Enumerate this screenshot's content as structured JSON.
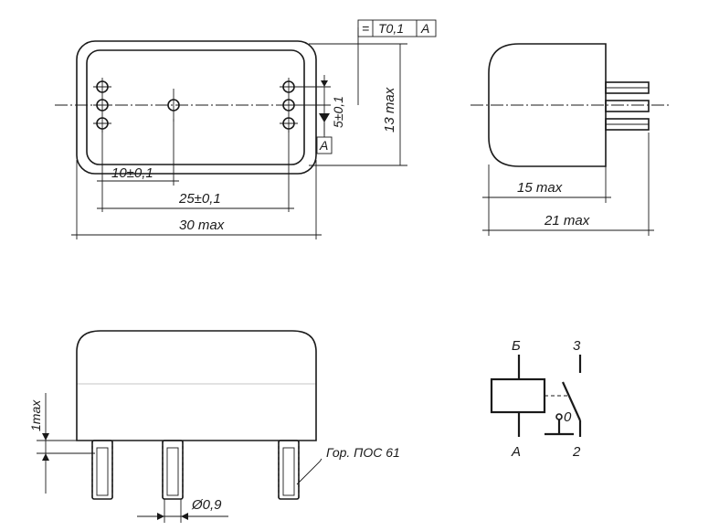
{
  "top_view": {
    "tolerance_frame": {
      "symbol": "=",
      "value": "T0,1",
      "datum": "A"
    },
    "datum_label": "A",
    "dim_pitch": "5±0,1",
    "dim_height": "13 max",
    "dim_first_pin": "10±0,1",
    "dim_pin_span": "25±0,1",
    "dim_length": "30 max"
  },
  "side_view": {
    "dim_body": "15 max",
    "dim_total": "21 max"
  },
  "front_view": {
    "dim_standoff": "1max",
    "dim_pin_diameter": "Ø0,9",
    "solder_note": "Гор. ПОС 61"
  },
  "schematic": {
    "pin_coil_top": "Б",
    "pin_coil_bottom": "A",
    "pin_3": "3",
    "pin_2": "2",
    "pin_0": "0"
  }
}
